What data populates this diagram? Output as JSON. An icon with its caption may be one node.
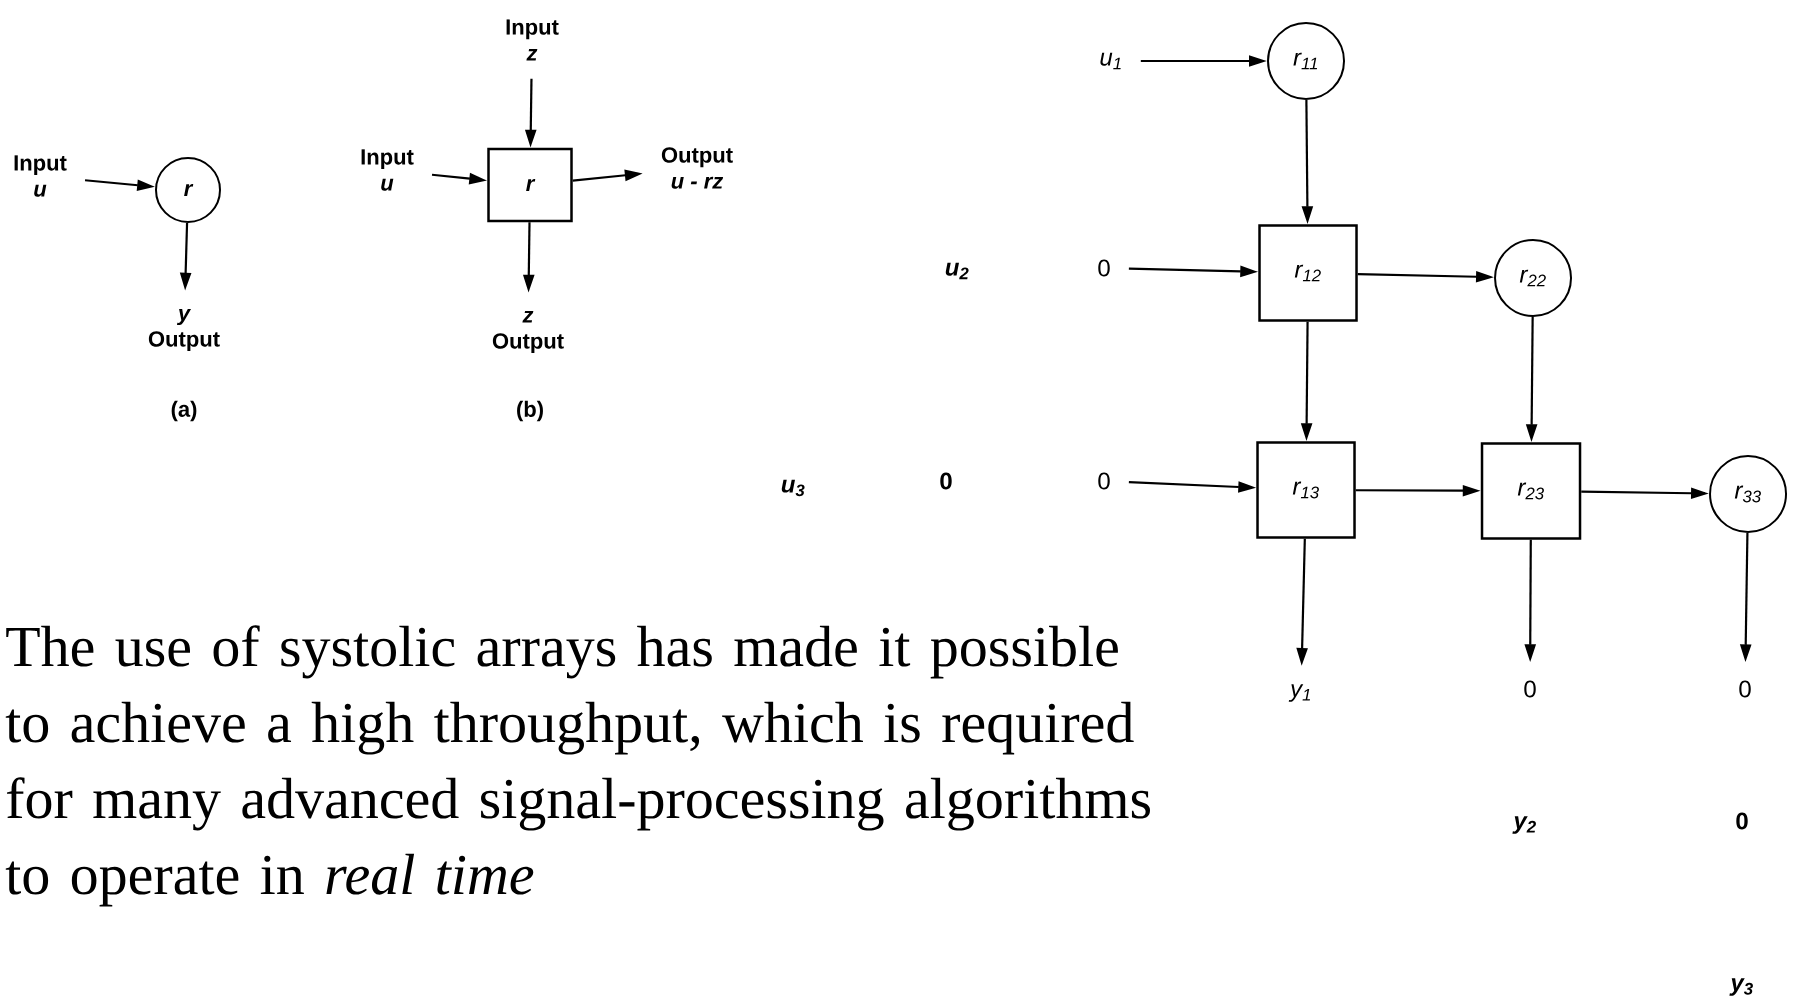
{
  "diagram": {
    "nodes": [
      {
        "text": [
          "Input",
          "u"
        ]
      },
      {
        "text": [
          "r"
        ]
      },
      {
        "text": [
          "y",
          "Output"
        ]
      },
      {
        "text": [
          "Input",
          "z"
        ]
      },
      {
        "text": [
          "Input",
          "u"
        ]
      },
      {
        "text": [
          "r"
        ]
      },
      {
        "text": [
          "Output",
          "u - rz"
        ]
      },
      {
        "text": [
          "z",
          "Output"
        ]
      },
      {
        "text": [
          "u$_{1}$"
        ]
      },
      {
        "text": [
          "r$_{11}$"
        ]
      },
      {
        "text": [
          "0"
        ]
      },
      {
        "text": [
          "r$_{12}$"
        ]
      },
      {
        "text": [
          "r$_{22}$"
        ]
      },
      {
        "text": [
          "0"
        ]
      },
      {
        "text": [
          "r$_{13}$"
        ]
      },
      {
        "text": [
          "r$_{23}$"
        ]
      },
      {
        "text": [
          "r$_{33}$"
        ]
      },
      {
        "text": [
          "y$_{1}$"
        ]
      },
      {
        "text": [
          "0"
        ]
      },
      {
        "text": [
          "0"
        ]
      }
    ],
    "edges": [
      {
        "from": 0,
        "to": 1,
        "arrow": "to"
      },
      {
        "from": 1,
        "to": 2,
        "arrow": "to"
      },
      {
        "from": 3,
        "to": 5,
        "arrow": "to"
      },
      {
        "from": 4,
        "to": 5,
        "arrow": "to"
      },
      {
        "from": 5,
        "to": 6,
        "arrow": "to"
      },
      {
        "from": 5,
        "to": 7,
        "arrow": "to"
      },
      {
        "from": 8,
        "to": 9,
        "arrow": "to"
      },
      {
        "from": 9,
        "to": 11,
        "arrow": "to"
      },
      {
        "from": 10,
        "to": 11,
        "arrow": "to"
      },
      {
        "from": 11,
        "to": 12,
        "arrow": "to"
      },
      {
        "from": 11,
        "to": 14,
        "arrow": "to"
      },
      {
        "from": 12,
        "to": 15,
        "arrow": "to"
      },
      {
        "from": 13,
        "to": 14,
        "arrow": "to"
      },
      {
        "from": 14,
        "to": 15,
        "arrow": "to"
      },
      {
        "from": 15,
        "to": 16,
        "arrow": "to"
      },
      {
        "from": 14,
        "to": 17,
        "arrow": "to"
      },
      {
        "from": 15,
        "to": 18,
        "arrow": "to"
      },
      {
        "from": 16,
        "to": 19,
        "arrow": "to"
      }
    ],
    "labels": [
      "(a)",
      "(b)",
      "u$_{2}$",
      "u$_{3}$",
      "0",
      "The use of systolic arrays has made it possible to achieve a high throughput, which is required for many advanced signal-processing algorithms to operate in *real time*",
      "y$_{2}$",
      "0",
      "y$_{3}$"
    ]
  }
}
